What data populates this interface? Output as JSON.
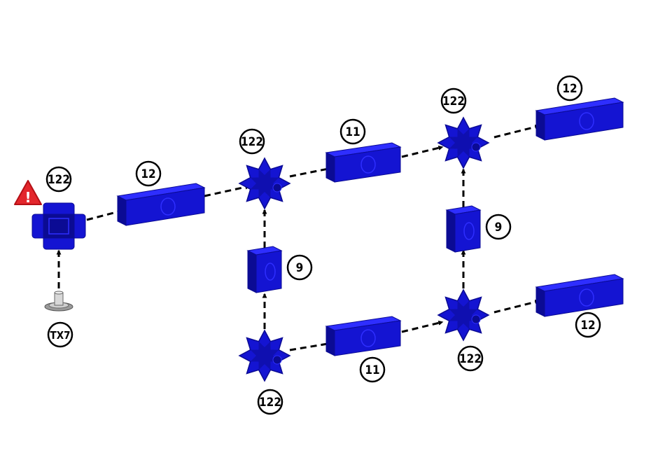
{
  "colors": {
    "part_main": "#1414d2",
    "part_light": "#2e2eff",
    "part_dark": "#0b0b94",
    "arrow": "#000000",
    "warning": "#e3262c",
    "background": "#ffffff"
  },
  "icons": [
    "warning-triangle-icon",
    "screw-tx7-icon"
  ],
  "labels": {
    "hub_start": "122",
    "beam_12_a": "12",
    "hub_center": "122",
    "beam_11_top": "11",
    "hub_top_right": "122",
    "beam_12_top_right": "12",
    "post_9_left": "9",
    "post_9_right": "9",
    "hub_bottom": "122",
    "beam_11_bottom": "11",
    "hub_bottom_right": "122",
    "beam_12_bottom_right": "12",
    "screw": "TX7",
    "warning_mark": "!"
  }
}
